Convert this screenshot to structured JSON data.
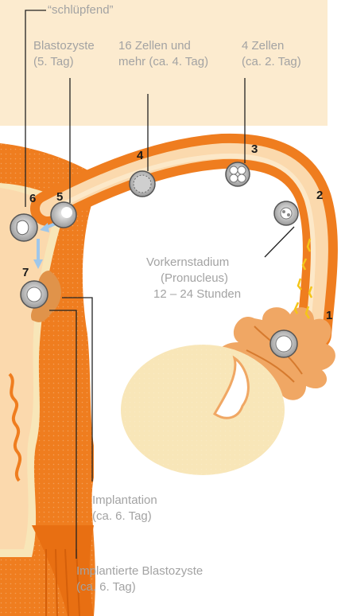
{
  "labels": {
    "schluepfend": "“schlüpfend”",
    "blastozyste_line1": "Blastozyste",
    "blastozyste_line2": "(5. Tag)",
    "zellen16_line1": "16 Zellen und",
    "zellen16_line2": "mehr (ca. 4. Tag)",
    "zellen4_line1": "4 Zellen",
    "zellen4_line2": "(ca. 2. Tag)",
    "vorkern_line1": "Vorkernstadium",
    "vorkern_line2": "(Pronucleus)",
    "vorkern_line3": "12 – 24 Stunden",
    "implantation_line1": "Implantation",
    "implantation_line2": "(ca. 6. Tag)",
    "implantierte_line1": "Implantierte Blastozyste",
    "implantierte_line2": "(ca. 6. Tag)"
  },
  "stage_numbers": [
    "1",
    "2",
    "3",
    "4",
    "5",
    "6",
    "7"
  ],
  "colors": {
    "panel": "#fcebcf",
    "tube_outer": "#ef7d1f",
    "tube_inner": "#fbd9ad",
    "ovary": "#f8e6b8",
    "text_gray": "#a3a3a3",
    "arrow_blue": "#9fc7ea"
  }
}
